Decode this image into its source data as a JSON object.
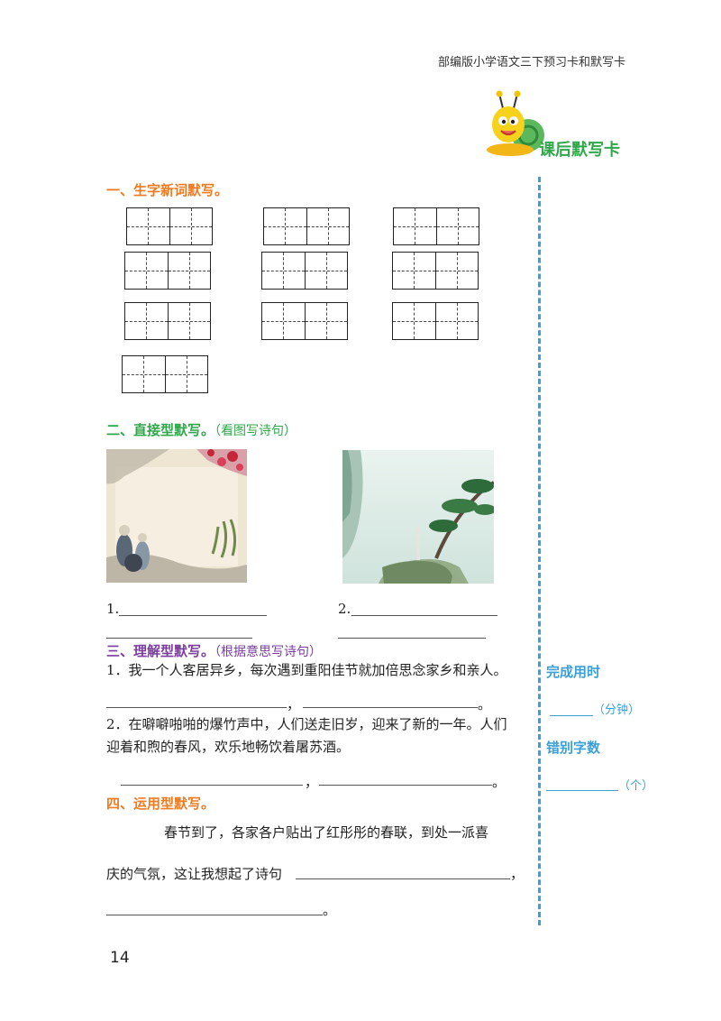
{
  "header": {
    "book_title": "部编版小学语文三下预习卡和默写卡"
  },
  "card": {
    "title": "课后默写卡"
  },
  "section1": {
    "title": "一、生字新词默写。"
  },
  "section2": {
    "title": "二、直接型默写。",
    "note": "（看图写诗句）",
    "item1_number": "1.",
    "item2_number": "2."
  },
  "section3": {
    "title": "三、理解型默写。",
    "note": "（根据意思写诗句）",
    "q1": "1．我一个人客居异乡，每次遇到重阳佳节就加倍思念家乡和亲人。",
    "q1_comma": "，",
    "q1_period": "。",
    "q2_line1": "2．在噼噼啪啪的爆竹声中，人们送走旧岁，迎来了新的一年。人们",
    "q2_line2": "迎着和煦的春风，欢乐地畅饮着屠苏酒。",
    "q2_comma": "，",
    "q2_period": "。"
  },
  "section4": {
    "title": "四、运用型默写。",
    "para_line1": "春节到了，各家各户贴出了红彤彤的春联，到处一派喜",
    "para_line2": "庆的气氛，这让我想起了诗句",
    "comma": "，",
    "period": "。"
  },
  "sidebar": {
    "time_label": "完成用时",
    "time_unit": "（分钟）",
    "errors_label": "错别字数",
    "errors_unit": "（个）"
  },
  "page_number": "14",
  "colors": {
    "section_orange": "#f07a20",
    "section_green": "#2fa84a",
    "section_purple": "#7a3d9e",
    "sidebar_blue": "#3aa0d8"
  }
}
